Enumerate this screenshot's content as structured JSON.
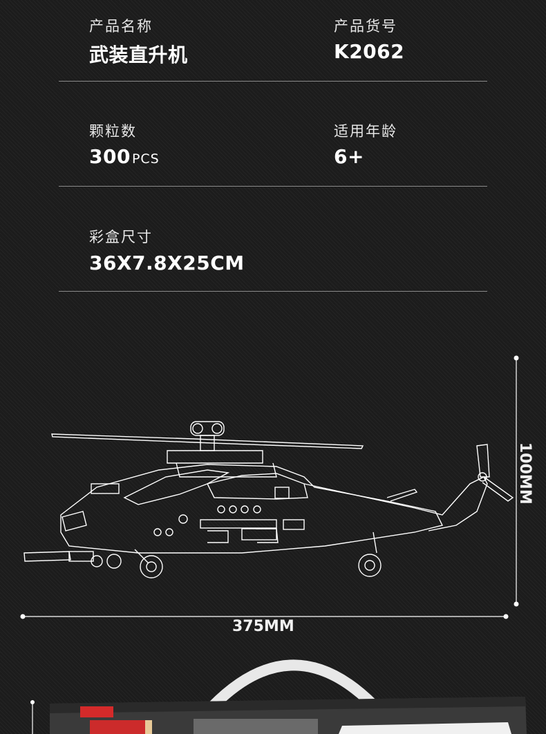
{
  "specs": {
    "product_name": {
      "label": "产品名称",
      "value": "武装直升机"
    },
    "item_number": {
      "label": "产品货号",
      "value": "K2062"
    },
    "piece_count": {
      "label": "颗粒数",
      "value": "300",
      "unit": "PCS"
    },
    "age": {
      "label": "适用年龄",
      "value": "6+"
    },
    "box_size": {
      "label": "彩盒尺寸",
      "value": "36X7.8X25CM"
    }
  },
  "dimensions": {
    "width": "375MM",
    "height": "100MM"
  },
  "colors": {
    "background": "#1c1c1c",
    "line": "#ffffff",
    "divider": "#8a8a8a"
  }
}
